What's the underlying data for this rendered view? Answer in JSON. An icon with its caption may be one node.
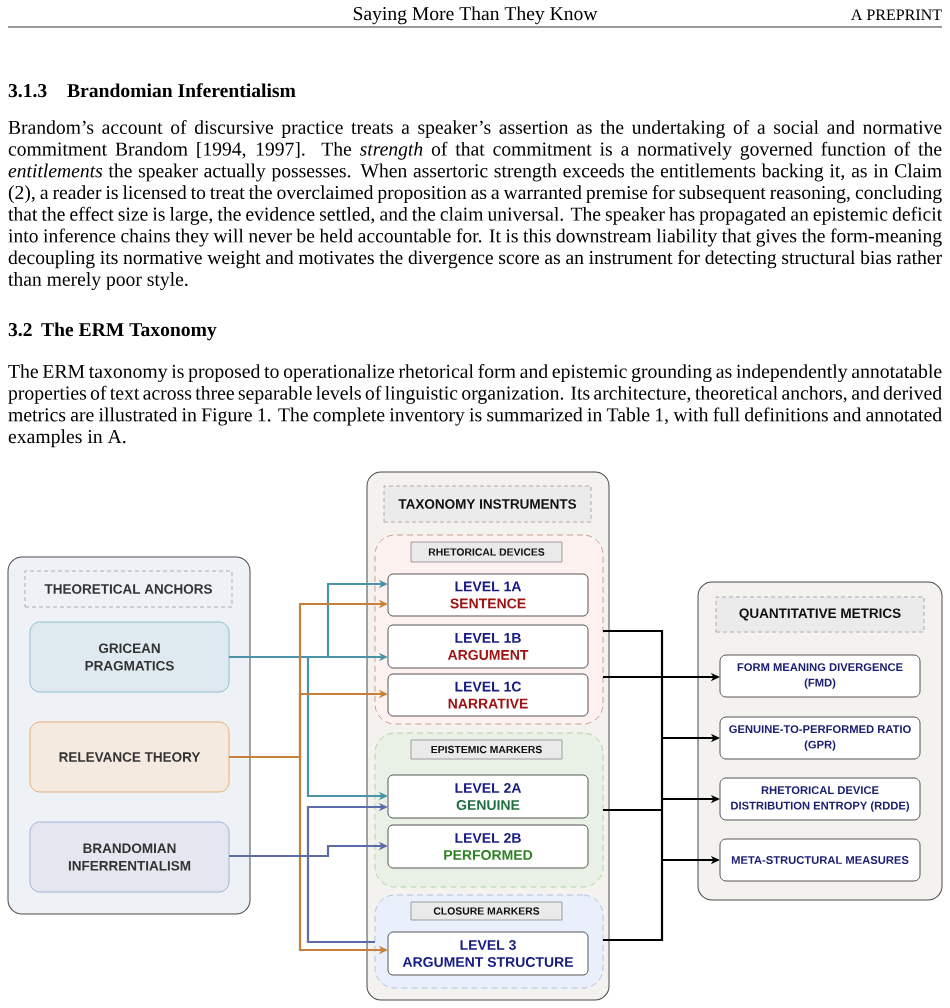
{
  "diagram": {
    "nodes": [
      {
        "text": [
          "THEORETICAL ANCHORS"
        ]
      },
      {
        "text": [
          "GRICEAN PRAGMATICS"
        ],
        "in": 0
      },
      {
        "text": [
          "RELEVANCE THEORY"
        ],
        "in": 0
      },
      {
        "text": [
          "BRANDOMIAN INFERRENTIALISM"
        ],
        "in": 0
      },
      {
        "text": [
          "TAXONOMY INSTRUMENTS"
        ]
      },
      {
        "text": [
          "RHETORICAL DEVICES"
        ],
        "in": 4
      },
      {
        "text": [
          "LEVEL 1A",
          "SENTENCE"
        ],
        "in": 5
      },
      {
        "text": [
          "LEVEL 1B",
          "ARGUMENT"
        ],
        "in": 5
      },
      {
        "text": [
          "LEVEL 1C",
          "NARRATIVE"
        ],
        "in": 5
      },
      {
        "text": [
          "EPISTEMIC MARKERS"
        ],
        "in": 4
      },
      {
        "text": [
          "LEVEL 2A",
          "GENUINE"
        ],
        "in": 9
      },
      {
        "text": [
          "LEVEL 2B",
          "PERFORMED"
        ],
        "in": 9
      },
      {
        "text": [
          "CLOSURE MARKERS"
        ],
        "in": 4
      },
      {
        "text": [
          "LEVEL 3",
          "ARGUMENT STRUCTURE"
        ],
        "in": 12
      },
      {
        "text": [
          "QUANTITATIVE METRICS"
        ]
      },
      {
        "text": [
          "FORM MEANING DIVERGENCE (FMD)"
        ],
        "in": 14
      },
      {
        "text": [
          "GENUINE-TO-PERFORMED RATIO (GPR)"
        ],
        "in": 14
      },
      {
        "text": [
          "RHETORICAL DEVICE DISTRIBUTION ENTROPY (RDDE)"
        ],
        "in": 14
      },
      {
        "text": [
          "META-STRUCTURAL MEASURES"
        ],
        "in": 14
      }
    ],
    "edges": [
      {
        "from": 1,
        "to": 6,
        "arrow": "to",
        "color": "#4b94a8"
      },
      {
        "from": 1,
        "to": 7,
        "arrow": "to",
        "color": "#4b94a8"
      },
      {
        "from": 1,
        "to": 10,
        "arrow": "to",
        "color": "#4b94a8"
      },
      {
        "from": 2,
        "to": 6,
        "arrow": "to",
        "color": "#c6803a"
      },
      {
        "from": 2,
        "to": 8,
        "arrow": "to",
        "color": "#c6803a"
      },
      {
        "from": 2,
        "to": 13,
        "arrow": "to",
        "color": "#c6803a"
      },
      {
        "from": 3,
        "to": 11,
        "arrow": "to",
        "color": "#5b6ca9"
      },
      {
        "from": 12,
        "to": 10,
        "arrow": "to",
        "color": "#5b6ca9"
      },
      {
        "from": 5,
        "to": 15,
        "arrow": "to"
      },
      {
        "from": 5,
        "to": 16,
        "arrow": "to"
      },
      {
        "from": 5,
        "to": 17,
        "arrow": "to"
      },
      {
        "from": 5,
        "to": 18,
        "arrow": "to"
      },
      {
        "from": 9,
        "to": 15,
        "arrow": "to"
      },
      {
        "from": 9,
        "to": 16,
        "arrow": "to"
      },
      {
        "from": 9,
        "to": 17,
        "arrow": "to"
      },
      {
        "from": 9,
        "to": 18,
        "arrow": "to"
      },
      {
        "from": 12,
        "to": 15,
        "arrow": "to"
      },
      {
        "from": 12,
        "to": 16,
        "arrow": "to"
      },
      {
        "from": 12,
        "to": 17,
        "arrow": "to"
      },
      {
        "from": 12,
        "to": 18,
        "arrow": "to"
      }
    ],
    "labels": [
      "Saying More Than They Know",
      "A PREPRINT",
      "3.1.3",
      "Brandomian Inferentialism",
      "Brandom’s account of discursive practice treats a speaker’s assertion as the undertaking of a social and normative commitment Brandom [1994, 1997]. The *strength* of that commitment is a normatively governed function of the *entitlements* the speaker actually possesses. When assertoric strength exceeds the entitlements backing it, as in Claim (2), a reader is licensed to treat the overclaimed proposition as a warranted premise for subsequent reasoning, concluding that the effect size is large, the evidence settled, and the claim universal. The speaker has propagated an epistemic deficit into inference chains they will never be held accountable for. It is this downstream liability that gives the form-meaning decoupling its normative weight and motivates the divergence score as an instrument for detecting structural bias rather than merely poor style.",
      "3.2",
      "The ERM Taxonomy",
      "The ERM taxonomy is proposed to operationalize rhetorical form and epistemic grounding as independently annotatable properties of text across three separable levels of linguistic organization. Its architecture, theoretical anchors, and derived metrics are illustrated in Figure 1. The complete inventory is summarized in Table 1, with full definitions and annotated examples in A."
    ]
  }
}
